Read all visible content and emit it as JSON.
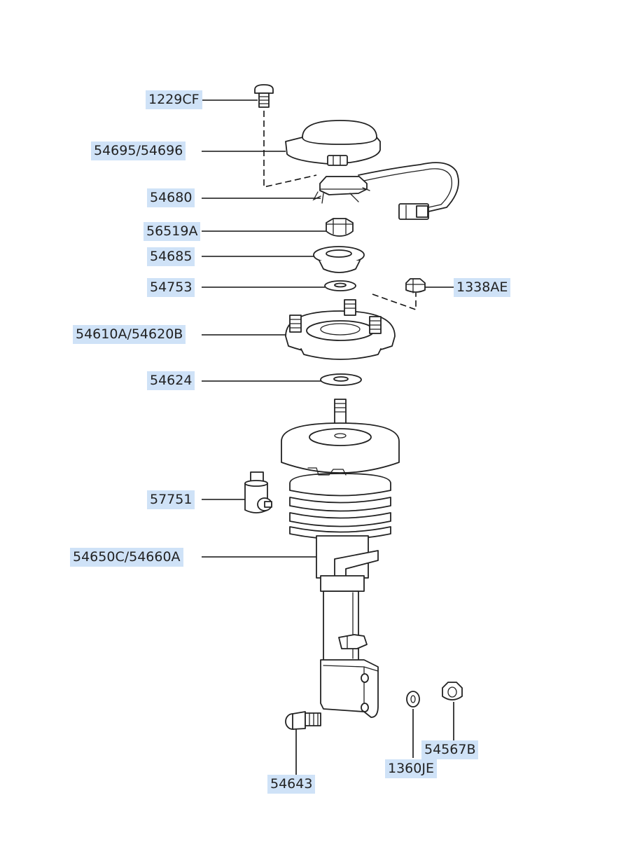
{
  "labels": {
    "p1229CF": "1229CF",
    "p54695": "54695/54696",
    "p54680": "54680",
    "p56519A": "56519A",
    "p54685": "54685",
    "p54753": "54753",
    "p1338AE": "1338AE",
    "p54610A": "54610A/54620B",
    "p54624": "54624",
    "p57751": "57751",
    "p54650C": "54650C/54660A",
    "p54567B": "54567B",
    "p1360JE": "1360JE",
    "p54643": "54643"
  },
  "colors": {
    "label_bg": "#cfe2f7",
    "line": "#111111"
  }
}
